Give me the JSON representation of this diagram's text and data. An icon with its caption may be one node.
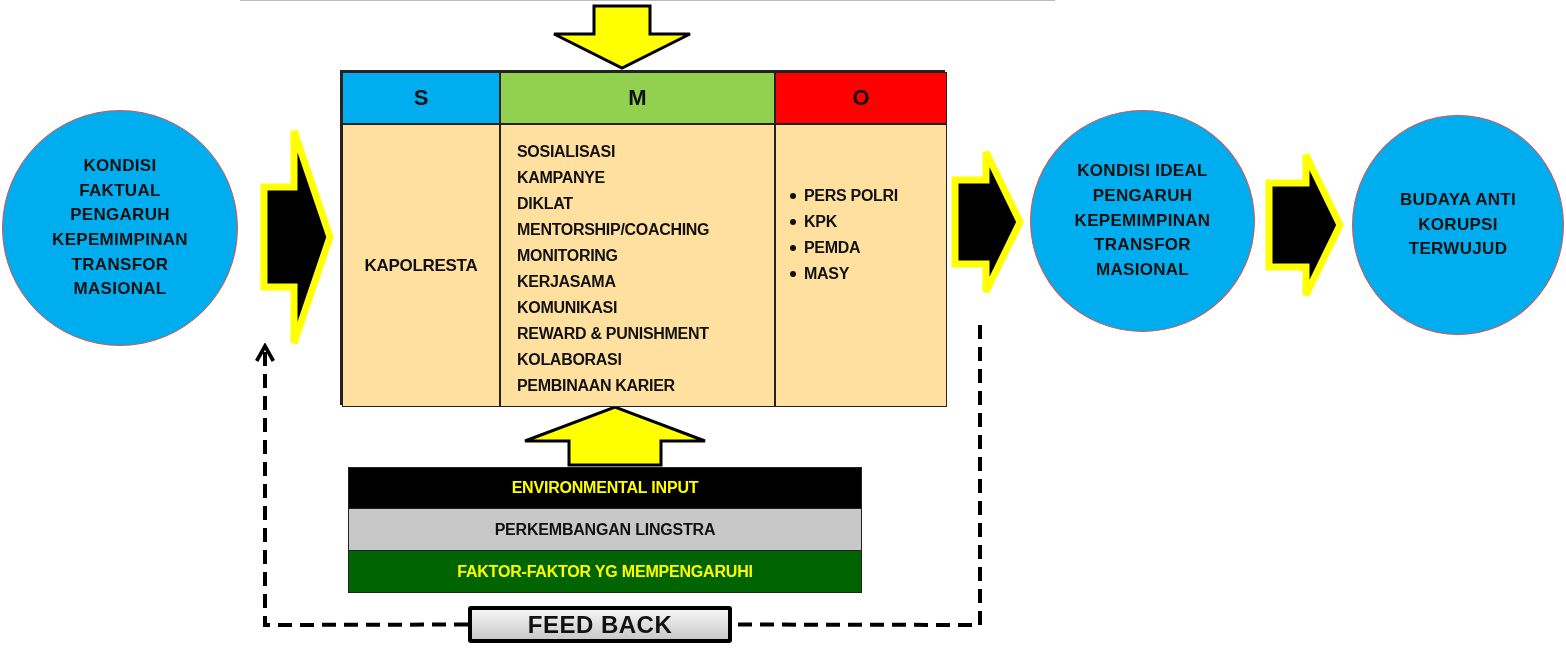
{
  "diagram": {
    "nodes": [
      {
        "text": [
          "KONDISI FAKTUAL PENGARUH KEPEMIMPINAN TRANSFOR MASIONAL"
        ]
      },
      {
        "text": [],
        "shape": "box"
      },
      {
        "text": [
          "S"
        ],
        "in": 1
      },
      {
        "text": [
          "M"
        ],
        "in": 1
      },
      {
        "text": [
          "O"
        ],
        "in": 1
      },
      {
        "text": [
          "KAPOLRESTA"
        ],
        "in": 1
      },
      {
        "text": [
          "SOSIALISASI",
          "KAMPANYE",
          "DIKLAT",
          "MENTORSHIP/COACHING",
          "MONITORING",
          "KERJASAMA",
          "KOMUNIKASI",
          "REWARD & PUNISHMENT",
          "KOLABORASI",
          "PEMBINAAN KARIER"
        ],
        "in": 1
      },
      {
        "text": [
          "PERS POLRI",
          "KPK",
          "PEMDA",
          "MASY"
        ],
        "in": 1
      },
      {
        "text": [
          "KONDISI IDEAL PENGARUH KEPEMIMPINAN TRANSFOR MASIONAL"
        ]
      },
      {
        "text": [
          "BUDAYA ANTI KORUPSI TERWUJUD"
        ]
      },
      {
        "text": [
          "ENVIRONMENTAL INPUT"
        ]
      },
      {
        "text": [
          "PERKEMBANGAN LINGSTRA"
        ]
      },
      {
        "text": [
          "FAKTOR-FAKTOR YG MEMPENGARUHI"
        ]
      },
      {
        "text": [
          "FEED BACK"
        ]
      }
    ],
    "edges": [
      {
        "from": 0,
        "to": 1,
        "arrow": "to",
        "style": "thick"
      },
      {
        "from": 1,
        "to": 8,
        "arrow": "to",
        "style": "thick"
      },
      {
        "from": 8,
        "to": 9,
        "arrow": "to",
        "style": "thick"
      },
      {
        "from": null,
        "to": 1,
        "arrow": "to",
        "style": "thick",
        "color": "#ffff00"
      },
      {
        "from": 10,
        "to": 1,
        "arrow": "to",
        "style": "thick",
        "color": "#ffff00"
      },
      {
        "from": null,
        "to": 13,
        "arrow": "none",
        "style": "dashed"
      },
      {
        "from": 13,
        "to": 0,
        "arrow": "to",
        "style": "dashed"
      }
    ]
  }
}
